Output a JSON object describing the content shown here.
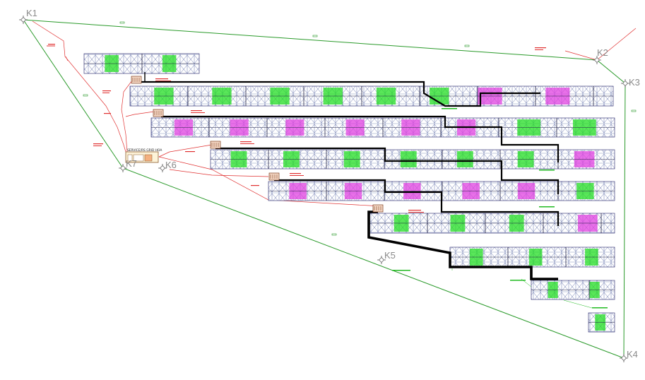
{
  "diagram": {
    "corner_markers": [
      {
        "id": "k1",
        "label": "K1"
      },
      {
        "id": "k2",
        "label": "K2"
      },
      {
        "id": "k3",
        "label": "K3"
      },
      {
        "id": "k4",
        "label": "K4"
      },
      {
        "id": "k5",
        "label": "K5"
      },
      {
        "id": "k6",
        "label": "K6"
      },
      {
        "id": "k7",
        "label": "K7"
      }
    ],
    "building_label": "SERVICE/RS GRID HOA",
    "colors": {
      "boundary": "#2a9a2a",
      "cable": "#e03030",
      "panel_outline": "#3a3a7a",
      "panel_green": "#22dd22",
      "panel_magenta": "#e040e0",
      "route": "#000000"
    }
  }
}
